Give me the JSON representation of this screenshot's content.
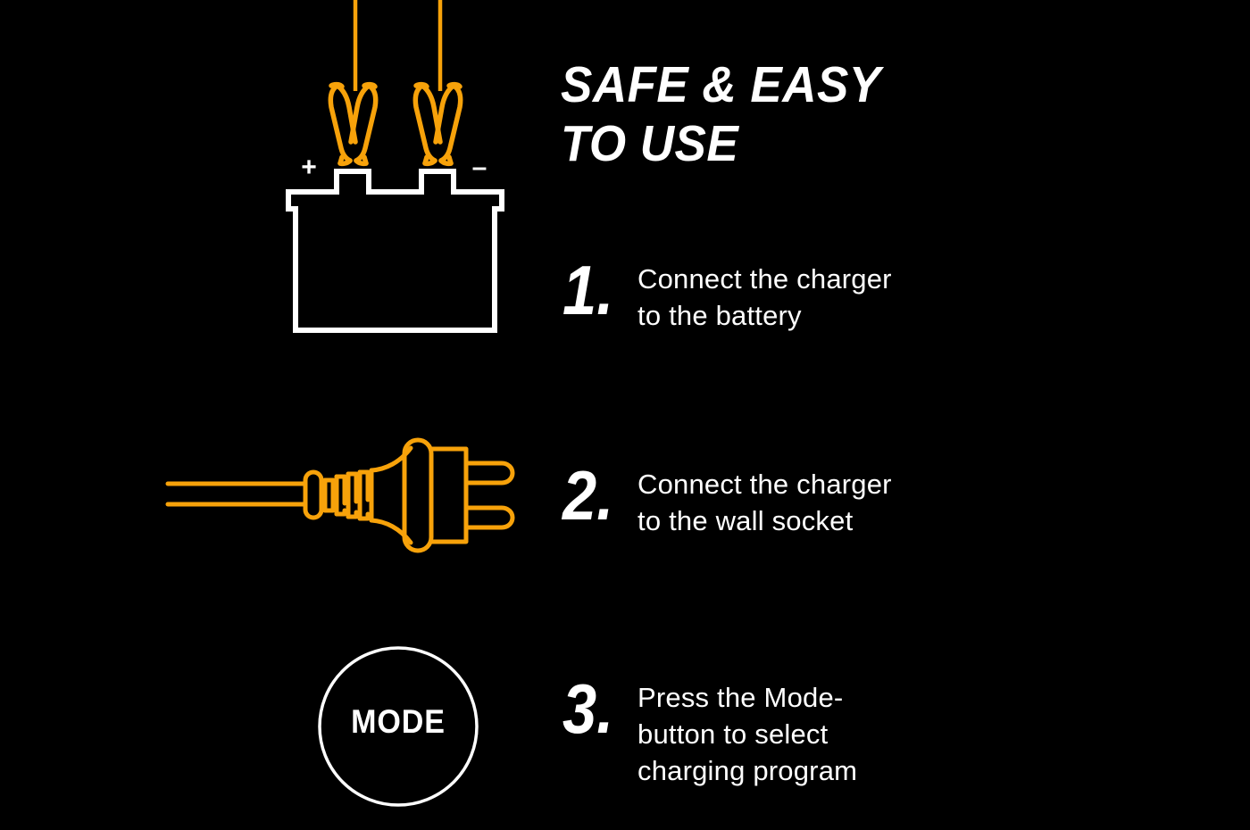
{
  "page": {
    "background_color": "#000000",
    "accent_color": "#F7A20A",
    "text_color": "#FFFFFF",
    "title": "SAFE & EASY\nTO USE"
  },
  "steps": [
    {
      "number": "1.",
      "text": "Connect the charger\nto the battery",
      "illustration": "battery-with-clamps"
    },
    {
      "number": "2.",
      "text": "Connect the charger\nto the wall socket",
      "illustration": "power-plug"
    },
    {
      "number": "3.",
      "text": "Press the Mode-\nbutton to select\ncharging program",
      "illustration": "mode-button"
    }
  ],
  "battery": {
    "positive_terminal_label": "+",
    "negative_terminal_label": "–"
  },
  "mode_button": {
    "label": "MODE"
  }
}
